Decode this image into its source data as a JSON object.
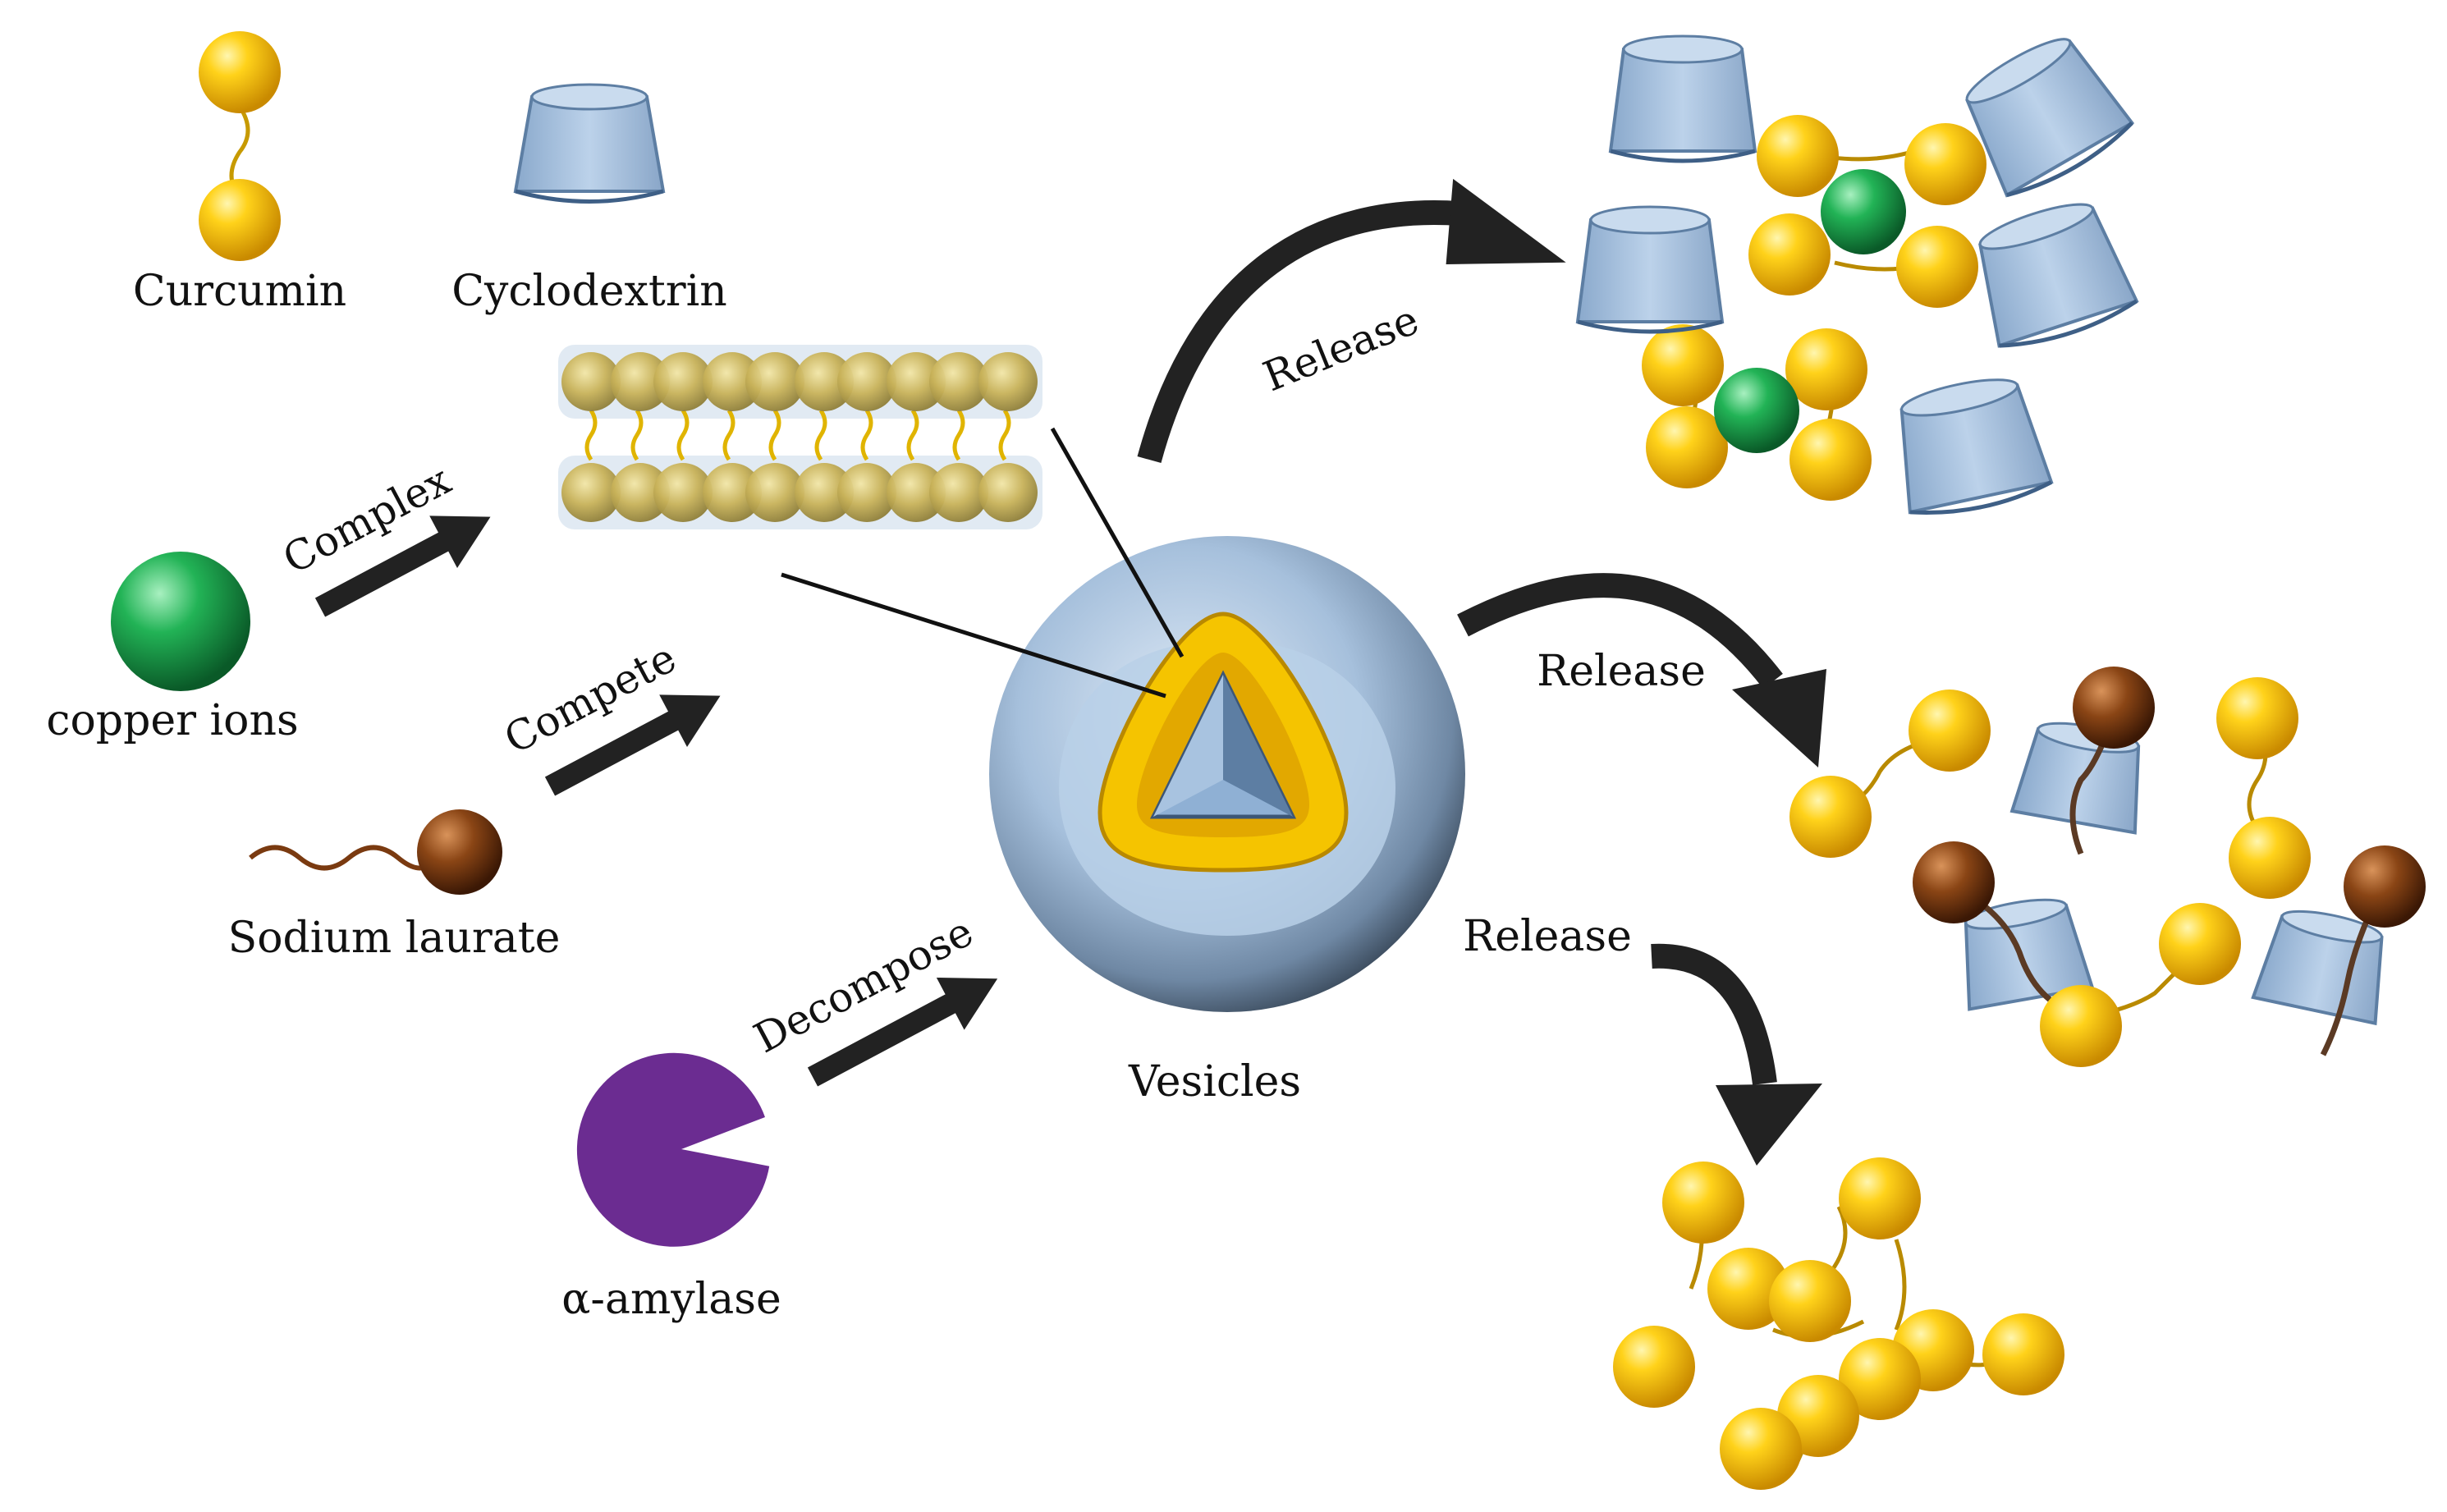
{
  "labels": {
    "curcumin": "Curcumin",
    "cyclodextrin": "Cyclodextrin",
    "copper_ions": "copper ions",
    "sodium_laurate": "Sodium laurate",
    "alpha_amylase": "α-amylase",
    "vesicles": "Vesicles",
    "complex": "Complex",
    "compete": "Compete",
    "decompose": "Decompose",
    "release_top": "Release",
    "release_middle": "Release",
    "release_bottom": "Release"
  },
  "colors": {
    "curcumin": "#f6c200",
    "cyclodextrin": "#a9c4e0",
    "copper": "#1fa24f",
    "laurate_head": "#7a3a10",
    "laurate_tail": "#8b4513",
    "amylase": "#6b2c91",
    "arrow": "#222222",
    "vesicle": "#a9c2dc"
  }
}
